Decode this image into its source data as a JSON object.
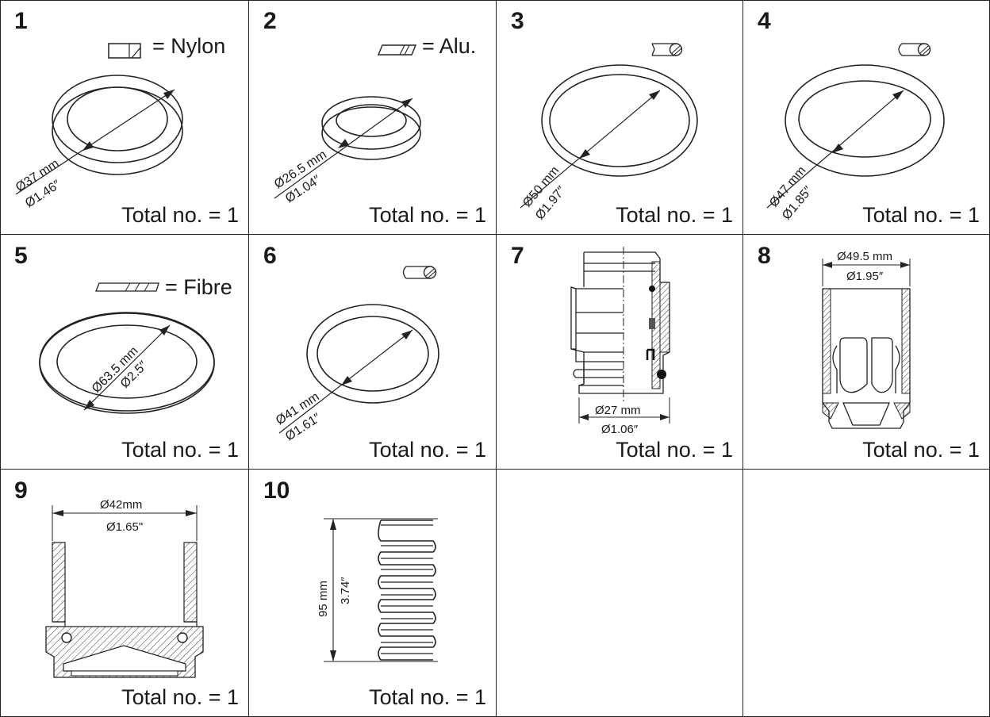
{
  "cells": [
    {
      "number": "1",
      "legend": "= Nylon",
      "dim_mm": "Ø37 mm",
      "dim_in": "Ø1.46″",
      "total": "Total no. = 1"
    },
    {
      "number": "2",
      "legend": "= Alu.",
      "dim_mm": "Ø26.5 mm",
      "dim_in": "Ø1.04″",
      "total": "Total no. = 1"
    },
    {
      "number": "3",
      "dim_mm": "Ø50 mm",
      "dim_in": "Ø1.97″",
      "total": "Total no. = 1"
    },
    {
      "number": "4",
      "dim_mm": "Ø47 mm",
      "dim_in": "Ø1.85″",
      "total": "Total no. = 1"
    },
    {
      "number": "5",
      "legend": "= Fibre",
      "dim_mm": "Ø63.5 mm",
      "dim_in": "Ø2.5″",
      "total": "Total no. = 1"
    },
    {
      "number": "6",
      "dim_mm": "Ø41 mm",
      "dim_in": "Ø1.61″",
      "total": "Total no. = 1"
    },
    {
      "number": "7",
      "dim_mm": "Ø27 mm",
      "dim_in": "Ø1.06″",
      "total": "Total no. = 1"
    },
    {
      "number": "8",
      "dim_mm": "Ø49.5 mm",
      "dim_in": "Ø1.95″",
      "total": "Total no. = 1"
    },
    {
      "number": "9",
      "dim_mm": "Ø42mm",
      "dim_in": "Ø1.65\"",
      "total": "Total no. = 1"
    },
    {
      "number": "10",
      "dim_mm": "95 mm",
      "dim_in": "3.74″",
      "total": "Total no. = 1"
    }
  ]
}
